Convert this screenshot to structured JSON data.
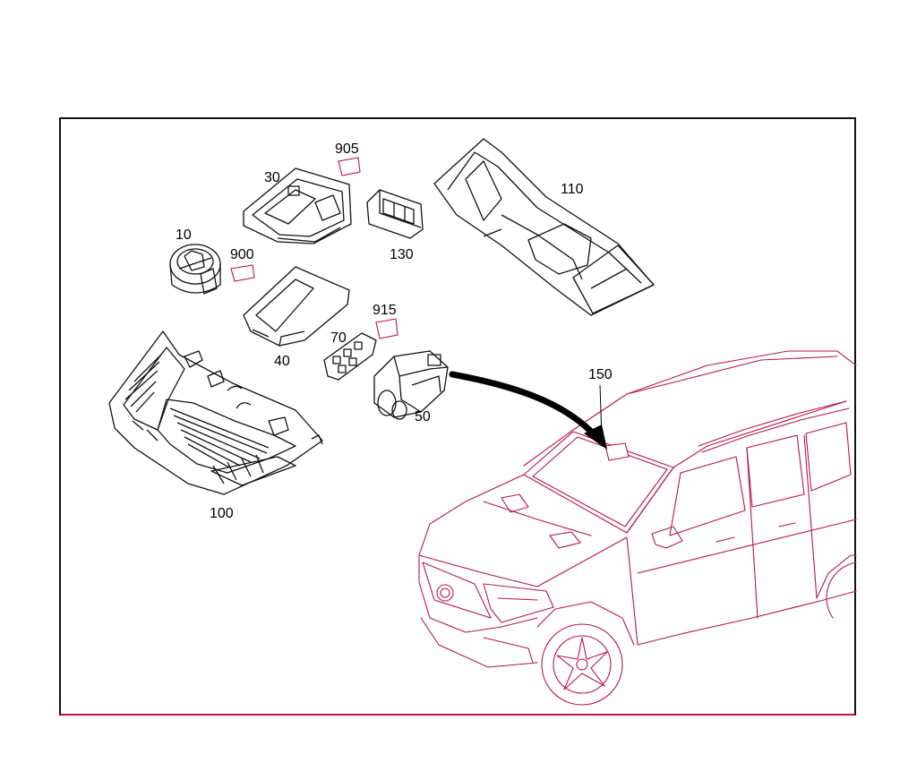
{
  "callouts": {
    "c905": "905",
    "c30": "30",
    "c110": "110",
    "c130": "130",
    "c10": "10",
    "c900": "900",
    "c915": "915",
    "c40": "40",
    "c70": "70",
    "c50": "50",
    "c150": "150",
    "c100": "100"
  },
  "colors": {
    "line": "#111111",
    "vehicle_outline": "#b5174a",
    "frame_bottom": "#c0134a"
  }
}
